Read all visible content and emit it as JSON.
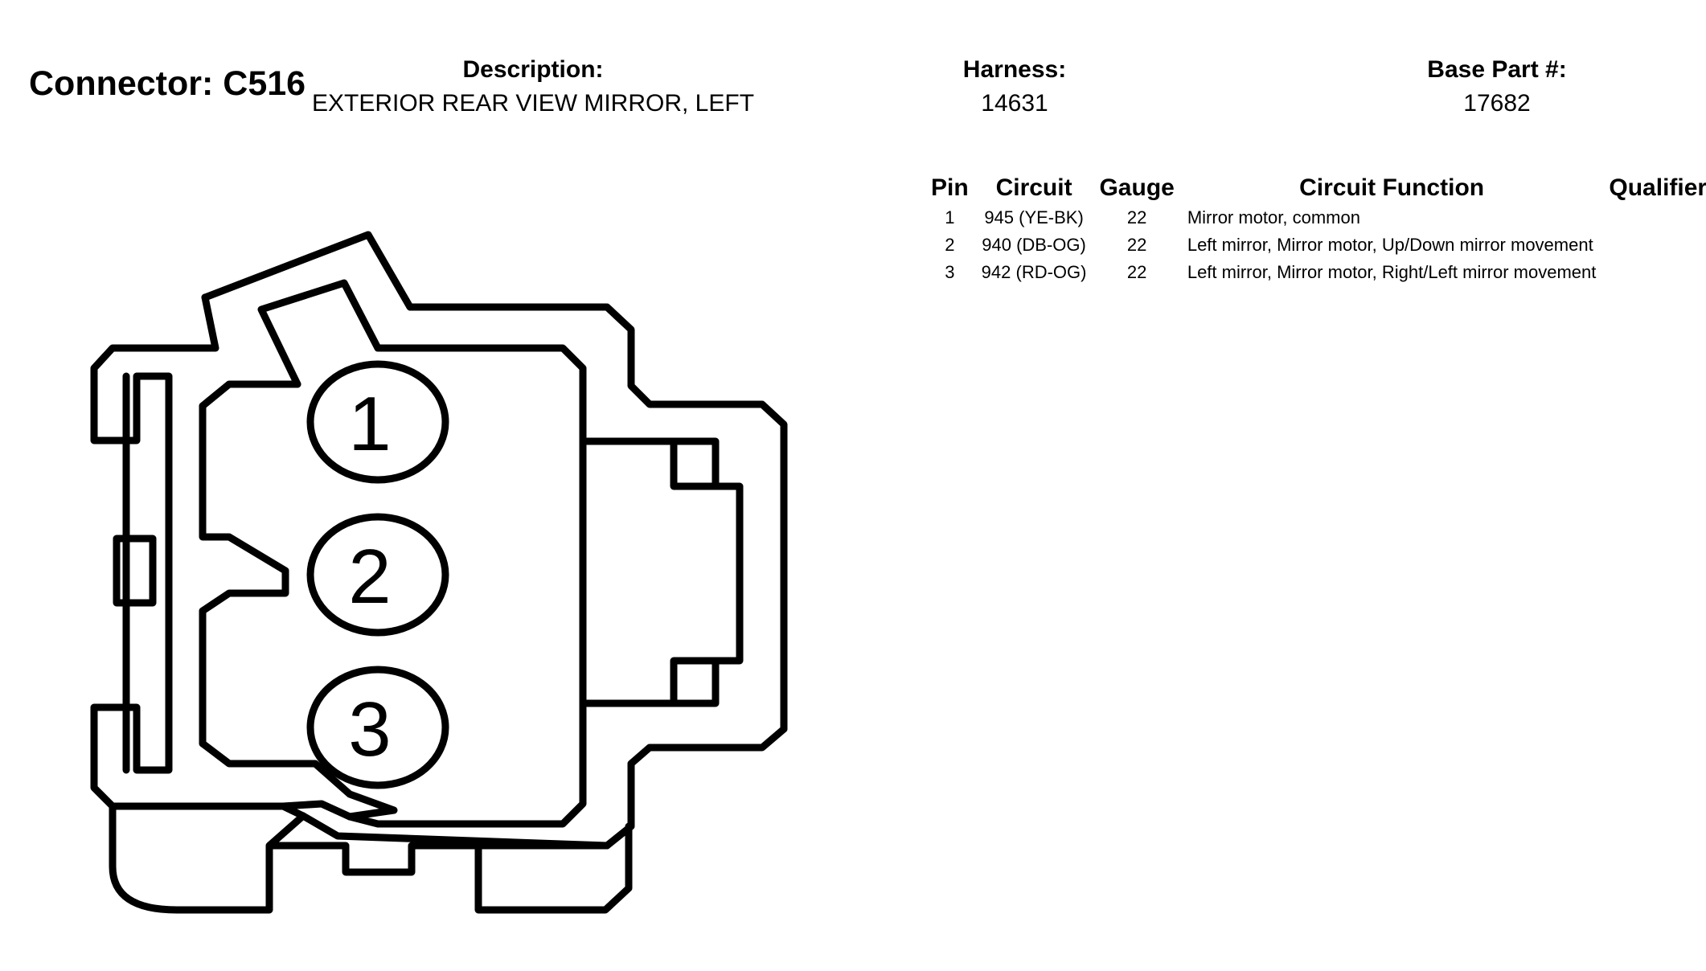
{
  "header": {
    "connector_title": "Connector: C516",
    "description_label": "Description:",
    "description_value": "EXTERIOR REAR VIEW MIRROR, LEFT",
    "harness_label": "Harness:",
    "harness_value": "14631",
    "base_part_label": "Base Part #:",
    "base_part_value": "17682"
  },
  "table": {
    "columns": {
      "pin": "Pin",
      "circuit": "Circuit",
      "gauge": "Gauge",
      "function": "Circuit Function",
      "qualifier": "Qualifier"
    },
    "rows": [
      {
        "pin": "1",
        "circuit": "945 (YE-BK)",
        "gauge": "22",
        "function": "Mirror motor, common",
        "qualifier": ""
      },
      {
        "pin": "2",
        "circuit": "940 (DB-OG)",
        "gauge": "22",
        "function": "Left mirror, Mirror motor, Up/Down mirror movement",
        "qualifier": ""
      },
      {
        "pin": "3",
        "circuit": "942 (RD-OG)",
        "gauge": "22",
        "function": "Left mirror, Mirror motor, Right/Left mirror movement",
        "qualifier": ""
      }
    ]
  },
  "diagram": {
    "pins": [
      "1",
      "2",
      "3"
    ]
  }
}
